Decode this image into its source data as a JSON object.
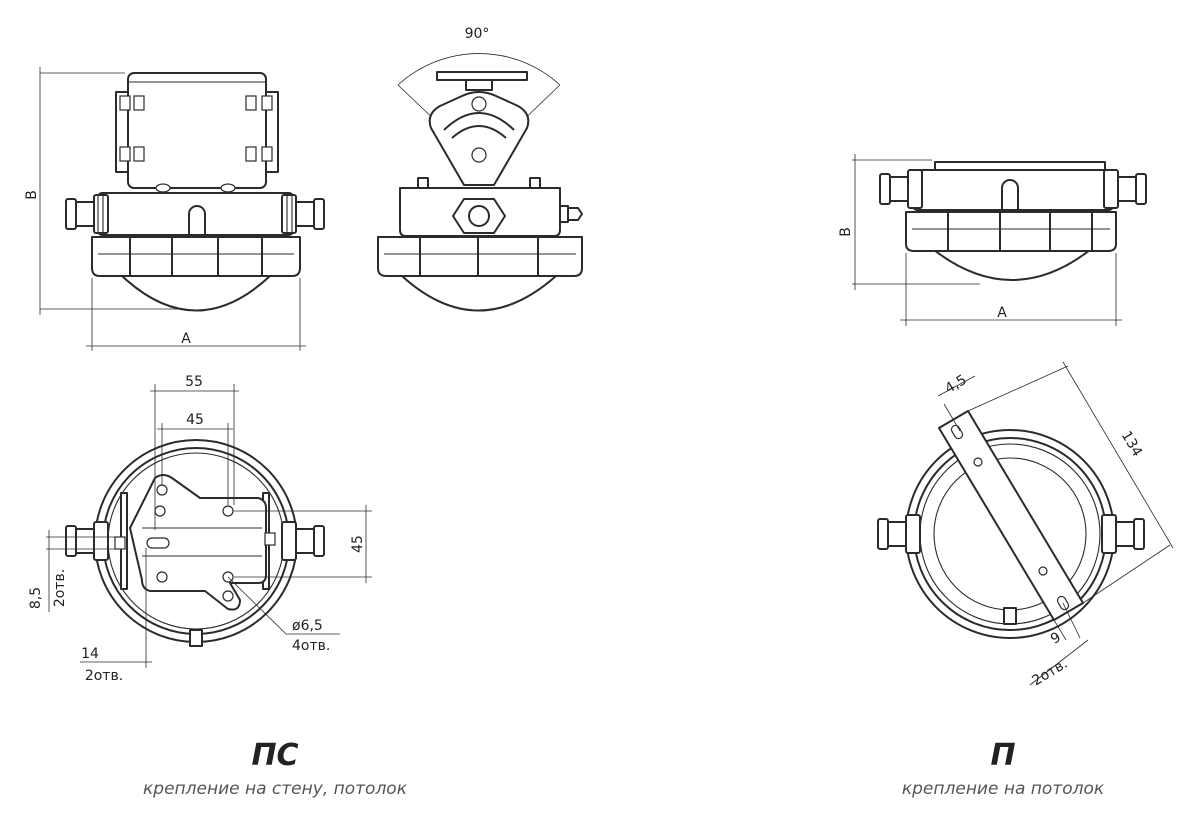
{
  "labels": {
    "dim_a": "A",
    "dim_b": "B",
    "angle": "90°",
    "w55": "55",
    "w45": "45",
    "h45": "45",
    "d85": "8,5",
    "holes2": "2отв.",
    "d14": "14",
    "hole_dia": "ø6,5",
    "holes4": "4отв.",
    "d45_p": "4,5",
    "d134": "134",
    "d9": "9"
  },
  "captions": {
    "left_title": "ПС",
    "left_sub": "крепление на стену, потолок",
    "right_title": "П",
    "right_sub": "крепление на потолок"
  }
}
